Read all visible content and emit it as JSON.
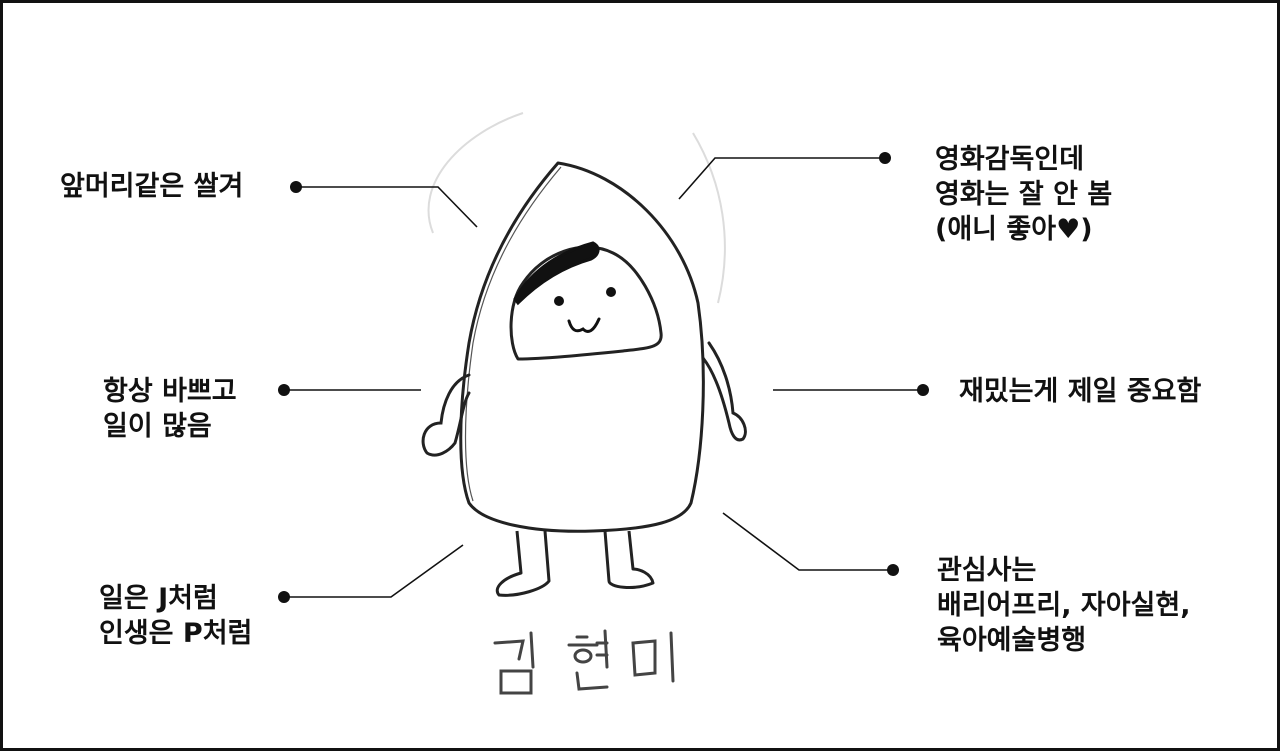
{
  "annotations": {
    "bangs": {
      "lines": [
        "앞머리같은 쌀겨"
      ]
    },
    "busy": {
      "lines": [
        "항상 바쁘고",
        "일이 많음"
      ]
    },
    "jp": {
      "lines": [
        "일은 J처럼",
        "인생은 P처럼"
      ]
    },
    "director": {
      "lines": [
        "영화감독인데",
        "영화는 잘 안 봄",
        "(애니 좋아♥)"
      ]
    },
    "fun": {
      "lines": [
        "재밌는게 제일 중요함"
      ]
    },
    "interests": {
      "lines": [
        "관심사는",
        "배리어프리, 자아실현,",
        "육아예술병행"
      ]
    }
  },
  "signature": "김현미",
  "colors": {
    "ink": "#111111",
    "paper": "#ffffff",
    "pencil": "#2a2a2a"
  }
}
